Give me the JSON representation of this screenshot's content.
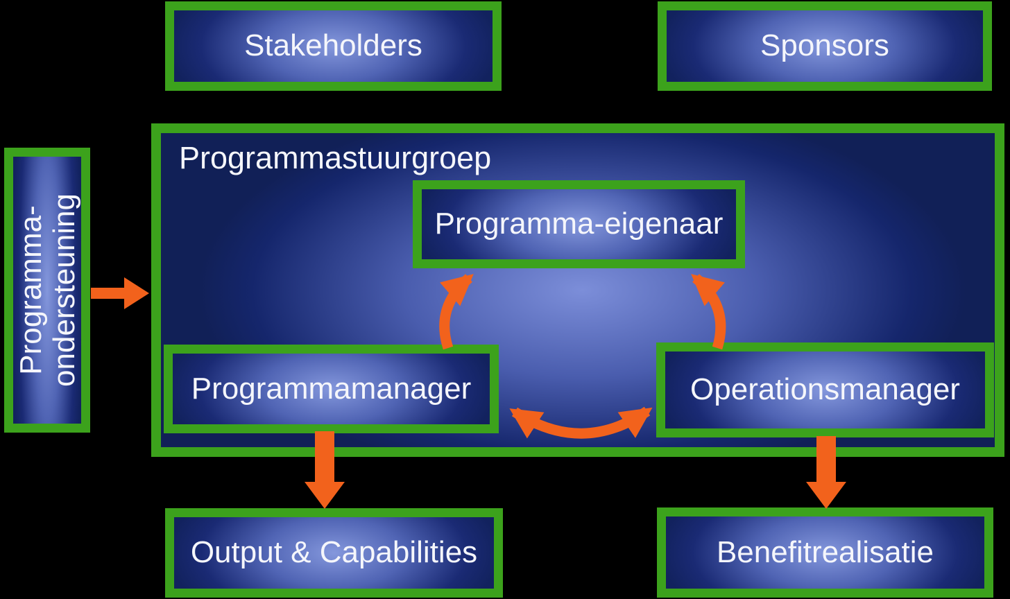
{
  "colors": {
    "border_green": "#3CA21C",
    "arrow_orange": "#F2621C",
    "box_navy_dark": "#12225E",
    "box_blue_light": "#8497DC",
    "panel_blue_light": "#7C8ED9",
    "text_white": "#F5F6FB",
    "background": "#000000"
  },
  "nodes": {
    "stakeholders": {
      "label": "Stakeholders"
    },
    "sponsors": {
      "label": "Sponsors"
    },
    "programma_ondersteuning": {
      "line1": "Programma-",
      "line2": "ondersteuning"
    },
    "programmastuurgroep": {
      "label": "Programmastuurgroep"
    },
    "programma_eigenaar": {
      "label": "Programma-eigenaar"
    },
    "programmamanager": {
      "label": "Programmamanager"
    },
    "operationsmanager": {
      "label": "Operationsmanager"
    },
    "output_capabilities": {
      "label": "Output & Capabilities"
    },
    "benefitrealisatie": {
      "label": "Benefitrealisatie"
    }
  },
  "arrows": [
    {
      "id": "support-to-stuurgroep",
      "from": "programma_ondersteuning",
      "to": "programmastuurgroep",
      "style": "straight-right"
    },
    {
      "id": "programmamanager-to-eigenaar",
      "from": "programmamanager",
      "to": "programma_eigenaar",
      "style": "curved-up"
    },
    {
      "id": "operationsmanager-to-eigenaar",
      "from": "operationsmanager",
      "to": "programma_eigenaar",
      "style": "curved-up"
    },
    {
      "id": "programmamanager-operationsmanager",
      "from": "programmamanager",
      "to": "operationsmanager",
      "style": "curved-double-headed"
    },
    {
      "id": "programmamanager-to-output",
      "from": "programmamanager",
      "to": "output_capabilities",
      "style": "straight-down"
    },
    {
      "id": "operationsmanager-to-benefit",
      "from": "operationsmanager",
      "to": "benefitrealisatie",
      "style": "straight-down"
    }
  ]
}
